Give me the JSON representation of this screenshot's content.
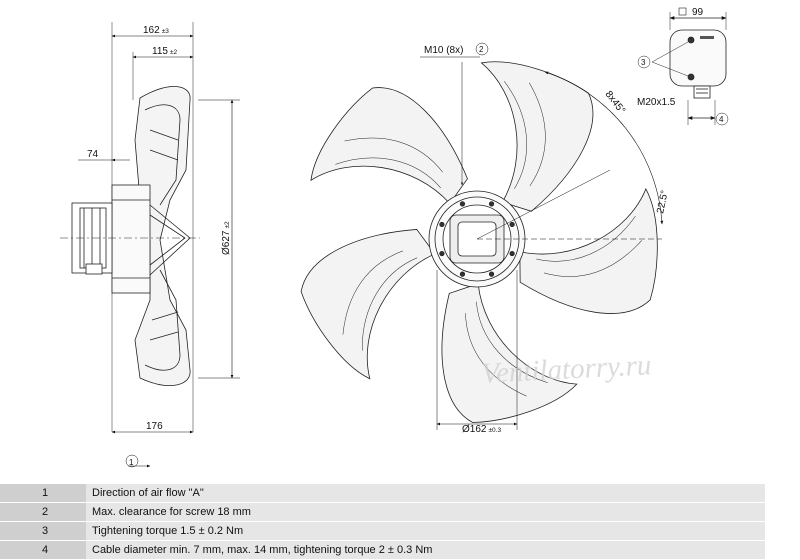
{
  "dimensions": {
    "side_depth": "162",
    "side_depth_tol": "±3",
    "hub_depth": "115",
    "hub_depth_tol": "±2",
    "motor_offset": "74",
    "fan_diameter": "Ø627",
    "fan_diameter_tol": "±2",
    "bottom_depth": "176",
    "hub_diameter": "Ø162",
    "hub_diameter_tol": "±0.3",
    "screw_thread": "M10 (8x)",
    "bolt_pattern": "8x45°",
    "bolt_offset_angle": "22.5°",
    "box_width": "99",
    "cable_gland": "M20x1.5",
    "air_flow_label": "A"
  },
  "callouts": [
    "1",
    "2",
    "3",
    "4"
  ],
  "watermark": "Ventilatorry.ru",
  "legend": [
    {
      "num": "1",
      "text": "Direction of air flow \"A\""
    },
    {
      "num": "2",
      "text": "Max. clearance for screw 18 mm"
    },
    {
      "num": "3",
      "text": "Tightening torque 1.5 ± 0.2 Nm"
    },
    {
      "num": "4",
      "text": "Cable diameter min. 7 mm, max. 14 mm, tightening torque 2 ± 0.3 Nm"
    }
  ]
}
